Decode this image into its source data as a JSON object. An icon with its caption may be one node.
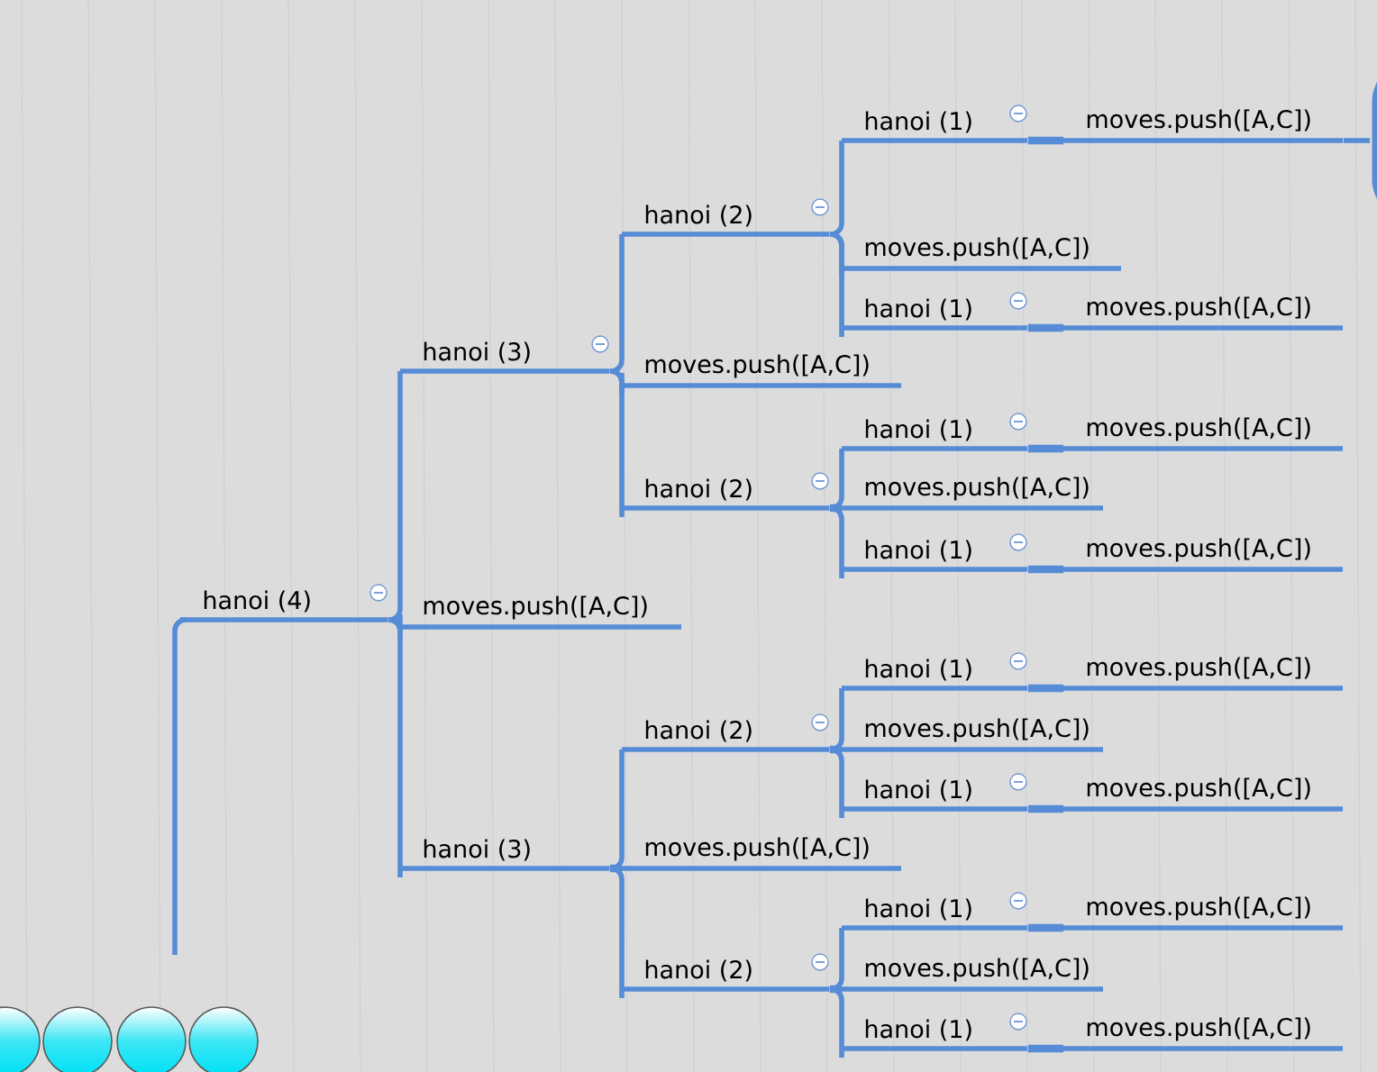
{
  "diagram": {
    "nodes": [
      {
        "text": [
          "hanoi (4)"
        ]
      },
      {
        "text": [
          "hanoi (3)"
        ]
      },
      {
        "text": [
          "moves.push([A,C])"
        ]
      },
      {
        "text": [
          "hanoi (3)"
        ]
      },
      {
        "text": [
          "hanoi (2)"
        ]
      },
      {
        "text": [
          "moves.push([A,C])"
        ]
      },
      {
        "text": [
          "hanoi (2)"
        ]
      },
      {
        "text": [
          "hanoi (1)"
        ]
      },
      {
        "text": [
          "moves.push([A,C])"
        ]
      },
      {
        "text": [
          "hanoi (1)"
        ]
      },
      {
        "text": [
          "moves.push([A,C])"
        ]
      },
      {
        "text": [
          "moves.push([A,C])"
        ]
      },
      {
        "text": [
          "hanoi (1)"
        ]
      },
      {
        "text": [
          "moves.push([A,C])"
        ]
      },
      {
        "text": [
          "moves.push([A,C])"
        ]
      },
      {
        "text": [
          "hanoi (1)"
        ]
      },
      {
        "text": [
          "moves.push([A,C])"
        ]
      },
      {
        "text": [
          "hanoi (2)"
        ]
      },
      {
        "text": [
          "moves.push([A,C])"
        ]
      },
      {
        "text": [
          "hanoi (2)"
        ]
      },
      {
        "text": [
          "hanoi (1)"
        ]
      },
      {
        "text": [
          "moves.push([A,C])"
        ]
      },
      {
        "text": [
          "moves.push([A,C])"
        ]
      },
      {
        "text": [
          "hanoi (1)"
        ]
      },
      {
        "text": [
          "moves.push([A,C])"
        ]
      },
      {
        "text": [
          "hanoi (1)"
        ]
      },
      {
        "text": [
          "moves.push([A,C])"
        ]
      },
      {
        "text": [
          "moves.push([A,C])"
        ]
      },
      {
        "text": [
          "hanoi (1)"
        ]
      },
      {
        "text": [
          "moves.push([A,C])"
        ]
      }
    ],
    "edges": [
      {
        "from": null,
        "to": 0,
        "arrow": "none"
      },
      {
        "from": 0,
        "to": 1,
        "arrow": "none"
      },
      {
        "from": 0,
        "to": 2,
        "arrow": "none"
      },
      {
        "from": 0,
        "to": 3,
        "arrow": "none"
      },
      {
        "from": 1,
        "to": 4,
        "arrow": "none"
      },
      {
        "from": 1,
        "to": 5,
        "arrow": "none"
      },
      {
        "from": 1,
        "to": 6,
        "arrow": "none"
      },
      {
        "from": 4,
        "to": 7,
        "arrow": "none"
      },
      {
        "from": 4,
        "to": 8,
        "arrow": "none"
      },
      {
        "from": 4,
        "to": 9,
        "arrow": "none"
      },
      {
        "from": 7,
        "to": 10,
        "arrow": "none"
      },
      {
        "from": 9,
        "to": 11,
        "arrow": "none"
      },
      {
        "from": 6,
        "to": 12,
        "arrow": "none"
      },
      {
        "from": 12,
        "to": 13,
        "arrow": "none"
      },
      {
        "from": 6,
        "to": 14,
        "arrow": "none"
      },
      {
        "from": 6,
        "to": 15,
        "arrow": "none"
      },
      {
        "from": 15,
        "to": 16,
        "arrow": "none"
      },
      {
        "from": 3,
        "to": 17,
        "arrow": "none"
      },
      {
        "from": 3,
        "to": 18,
        "arrow": "none"
      },
      {
        "from": 3,
        "to": 19,
        "arrow": "none"
      },
      {
        "from": 17,
        "to": 20,
        "arrow": "none"
      },
      {
        "from": 20,
        "to": 21,
        "arrow": "none"
      },
      {
        "from": 17,
        "to": 22,
        "arrow": "none"
      },
      {
        "from": 17,
        "to": 23,
        "arrow": "none"
      },
      {
        "from": 23,
        "to": 24,
        "arrow": "none"
      },
      {
        "from": 19,
        "to": 25,
        "arrow": "none"
      },
      {
        "from": 25,
        "to": 26,
        "arrow": "none"
      },
      {
        "from": 19,
        "to": 27,
        "arrow": "none"
      },
      {
        "from": 19,
        "to": 28,
        "arrow": "none"
      },
      {
        "from": 28,
        "to": 29,
        "arrow": "none"
      },
      {
        "from": 10,
        "to": null,
        "arrow": "none"
      }
    ]
  }
}
